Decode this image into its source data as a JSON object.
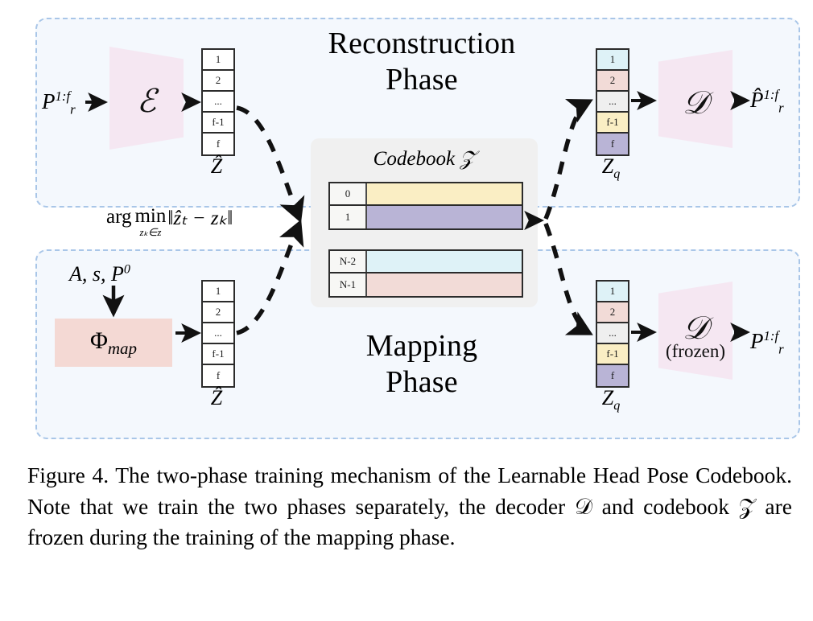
{
  "figure": {
    "caption": "Figure 4.  The two-phase training mechanism of the Learnable Head Pose Codebook.  Note that we train the two phases separately, the decoder 𝒟 and codebook 𝒵 are frozen during the training of the mapping phase."
  },
  "panels": [
    {
      "id": "reconstruction",
      "title": "Reconstruction\nPhase"
    },
    {
      "id": "mapping",
      "title": "Mapping\nPhase"
    }
  ],
  "reconstruction_phase": {
    "input_label": "P",
    "input_sup": "1:f",
    "input_sub": "r",
    "encoder_symbol": "ℰ",
    "latent_stack": {
      "label": "Ẑ",
      "cells": [
        "1",
        "2",
        "...",
        "f-1",
        "f"
      ],
      "colors": [
        "#ffffff",
        "#ffffff",
        "#ffffff",
        "#ffffff",
        "#ffffff"
      ]
    },
    "quantized_stack": {
      "label": "Z",
      "label_sub": "q",
      "cells": [
        "1",
        "2",
        "...",
        "f-1",
        "f"
      ],
      "colors": [
        "#def2f7",
        "#f2dbd7",
        "#efefef",
        "#faeec4",
        "#b9b4d6"
      ]
    },
    "decoder_symbol": "𝒟",
    "decoder_note": "",
    "output_label": "P̂",
    "output_sup": "1:f",
    "output_sub": "r"
  },
  "mapping_phase": {
    "input_label": "A, s, P",
    "input_sup": "0",
    "mapper_label": "Φ",
    "mapper_sub": "map",
    "mapper_color": "#f4d9d4",
    "latent_stack": {
      "label": "Ẑ",
      "cells": [
        "1",
        "2",
        "...",
        "f-1",
        "f"
      ],
      "colors": [
        "#ffffff",
        "#ffffff",
        "#ffffff",
        "#ffffff",
        "#ffffff"
      ]
    },
    "quantized_stack": {
      "label": "Z",
      "label_sub": "q",
      "cells": [
        "1",
        "2",
        "...",
        "f-1",
        "f"
      ],
      "colors": [
        "#def2f7",
        "#f2dbd7",
        "#efefef",
        "#faeec4",
        "#b9b4d6"
      ]
    },
    "decoder_symbol": "𝒟",
    "decoder_note": "(frozen)",
    "output_label": "P",
    "output_sup": "1:f",
    "output_sub": "r"
  },
  "codebook": {
    "title": "Codebook 𝒵",
    "rows_top": [
      {
        "index": "0",
        "color": "#faeec4"
      },
      {
        "index": "1",
        "color": "#b9b4d6"
      }
    ],
    "rows_bottom": [
      {
        "index": "N-2",
        "color": "#def2f7"
      },
      {
        "index": "N-1",
        "color": "#f2dbd7"
      }
    ]
  },
  "quantization": {
    "arg": "arg",
    "min": "min",
    "min_domain": "zₖ∈z",
    "norm": "‖ẑₜ − zₖ‖"
  },
  "style": {
    "panel_bg": "#f4f8fd",
    "panel_border": "#a9c6e8",
    "trapezoid_fill": "#f5e7f2",
    "codebook_bg": "#f0f0f0",
    "stroke": "#1a1a1a"
  }
}
